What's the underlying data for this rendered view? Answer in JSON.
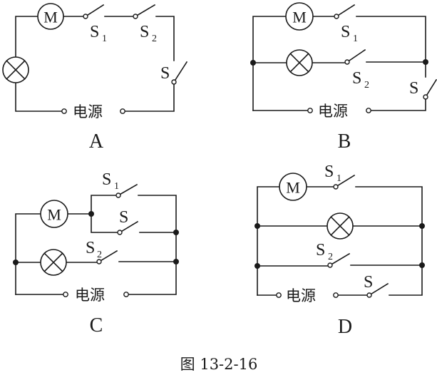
{
  "figure_caption": "图 13-2-16",
  "source_label": "电源",
  "motor_symbol": "M",
  "components": {
    "motor": "motor-icon",
    "lamp": "lamp-icon",
    "switch": "switch-icon",
    "junction": "junction-dot",
    "power_source": "power-source"
  },
  "circuits": [
    {
      "id": "A",
      "caption": "A",
      "switches": [
        {
          "name": "S",
          "sub": "1"
        },
        {
          "name": "S",
          "sub": "2"
        },
        {
          "name": "S",
          "sub": ""
        }
      ]
    },
    {
      "id": "B",
      "caption": "B",
      "switches": [
        {
          "name": "S",
          "sub": "1"
        },
        {
          "name": "S",
          "sub": "2"
        },
        {
          "name": "S",
          "sub": ""
        }
      ]
    },
    {
      "id": "C",
      "caption": "C",
      "switches": [
        {
          "name": "S",
          "sub": "1"
        },
        {
          "name": "S",
          "sub": ""
        },
        {
          "name": "S",
          "sub": "2"
        }
      ]
    },
    {
      "id": "D",
      "caption": "D",
      "switches": [
        {
          "name": "S",
          "sub": "1"
        },
        {
          "name": "S",
          "sub": "2"
        },
        {
          "name": "S",
          "sub": ""
        }
      ]
    }
  ]
}
